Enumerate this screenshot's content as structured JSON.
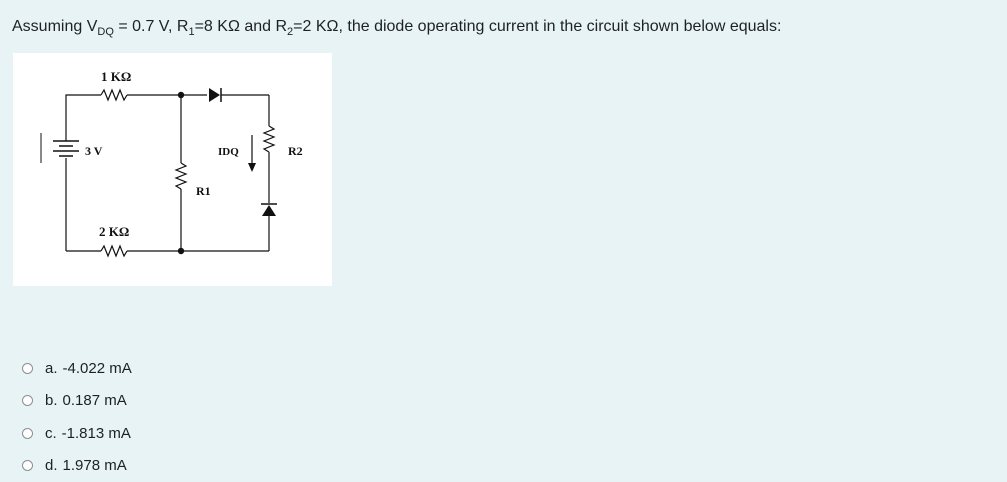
{
  "question": {
    "prefix": "Assuming V",
    "vdq_sub": "DQ",
    "vdq_value": " = 0.7 V, R",
    "r1_sub": "1",
    "r1_value": "=8 KΩ and R",
    "r2_sub": "2",
    "r2_value": "=2 KΩ, the diode operating current in the circuit shown below equals:"
  },
  "circuit": {
    "r_top_label": "1 KΩ",
    "source_label": "3 V",
    "r_bottom_label": "2 KΩ",
    "r1_label": "R1",
    "idq_label": "IDQ",
    "r2_label": "R2"
  },
  "answers": [
    {
      "letter": "a.",
      "text": "-4.022 mA"
    },
    {
      "letter": "b.",
      "text": "0.187 mA"
    },
    {
      "letter": "c.",
      "text": "-1.813 mA"
    },
    {
      "letter": "d.",
      "text": "1.978 mA"
    }
  ]
}
